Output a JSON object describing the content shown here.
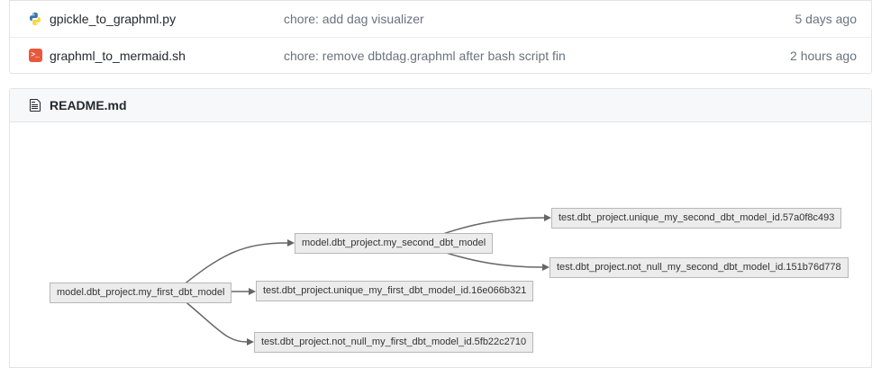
{
  "file_table": {
    "rows": [
      {
        "name": "gpickle_to_graphml.py",
        "icon": "python-icon",
        "commit_message": "chore: add dag visualizer",
        "updated": "5 days ago"
      },
      {
        "name": "graphml_to_mermaid.sh",
        "icon": "terminal-icon",
        "commit_message": "chore: remove dbtdag.graphml after bash script fin",
        "updated": "2 hours ago"
      }
    ]
  },
  "icons": {
    "terminal_glyph": ">_"
  },
  "readme": {
    "title": "README.md",
    "graph": {
      "type": "flowchart-left-to-right",
      "nodes": [
        {
          "id": "my_first_model",
          "label": "model.dbt_project.my_first_dbt_model"
        },
        {
          "id": "my_second_model",
          "label": "model.dbt_project.my_second_dbt_model"
        },
        {
          "id": "unique_my_second",
          "label": "test.dbt_project.unique_my_second_dbt_model_id.57a0f8c493"
        },
        {
          "id": "not_null_my_second",
          "label": "test.dbt_project.not_null_my_second_dbt_model_id.151b76d778"
        },
        {
          "id": "unique_my_first",
          "label": "test.dbt_project.unique_my_first_dbt_model_id.16e066b321"
        },
        {
          "id": "not_null_my_first",
          "label": "test.dbt_project.not_null_my_first_dbt_model_id.5fb22c2710"
        }
      ],
      "edges": [
        {
          "from": "my_first_model",
          "to": "my_second_model"
        },
        {
          "from": "my_first_model",
          "to": "unique_my_first"
        },
        {
          "from": "my_first_model",
          "to": "not_null_my_first"
        },
        {
          "from": "my_second_model",
          "to": "unique_my_second"
        },
        {
          "from": "my_second_model",
          "to": "not_null_my_second"
        }
      ]
    }
  },
  "colors": {
    "border": "#e1e4e8",
    "text_primary": "#24292e",
    "text_secondary": "#6a737d",
    "readme_header_bg": "#f6f8fa",
    "node_fill": "#ececec",
    "node_border": "#b8b8b8",
    "edge": "#666666",
    "python_blue": "#3776ab",
    "python_yellow": "#ffd43b",
    "terminal_orange": "#e8593c"
  }
}
